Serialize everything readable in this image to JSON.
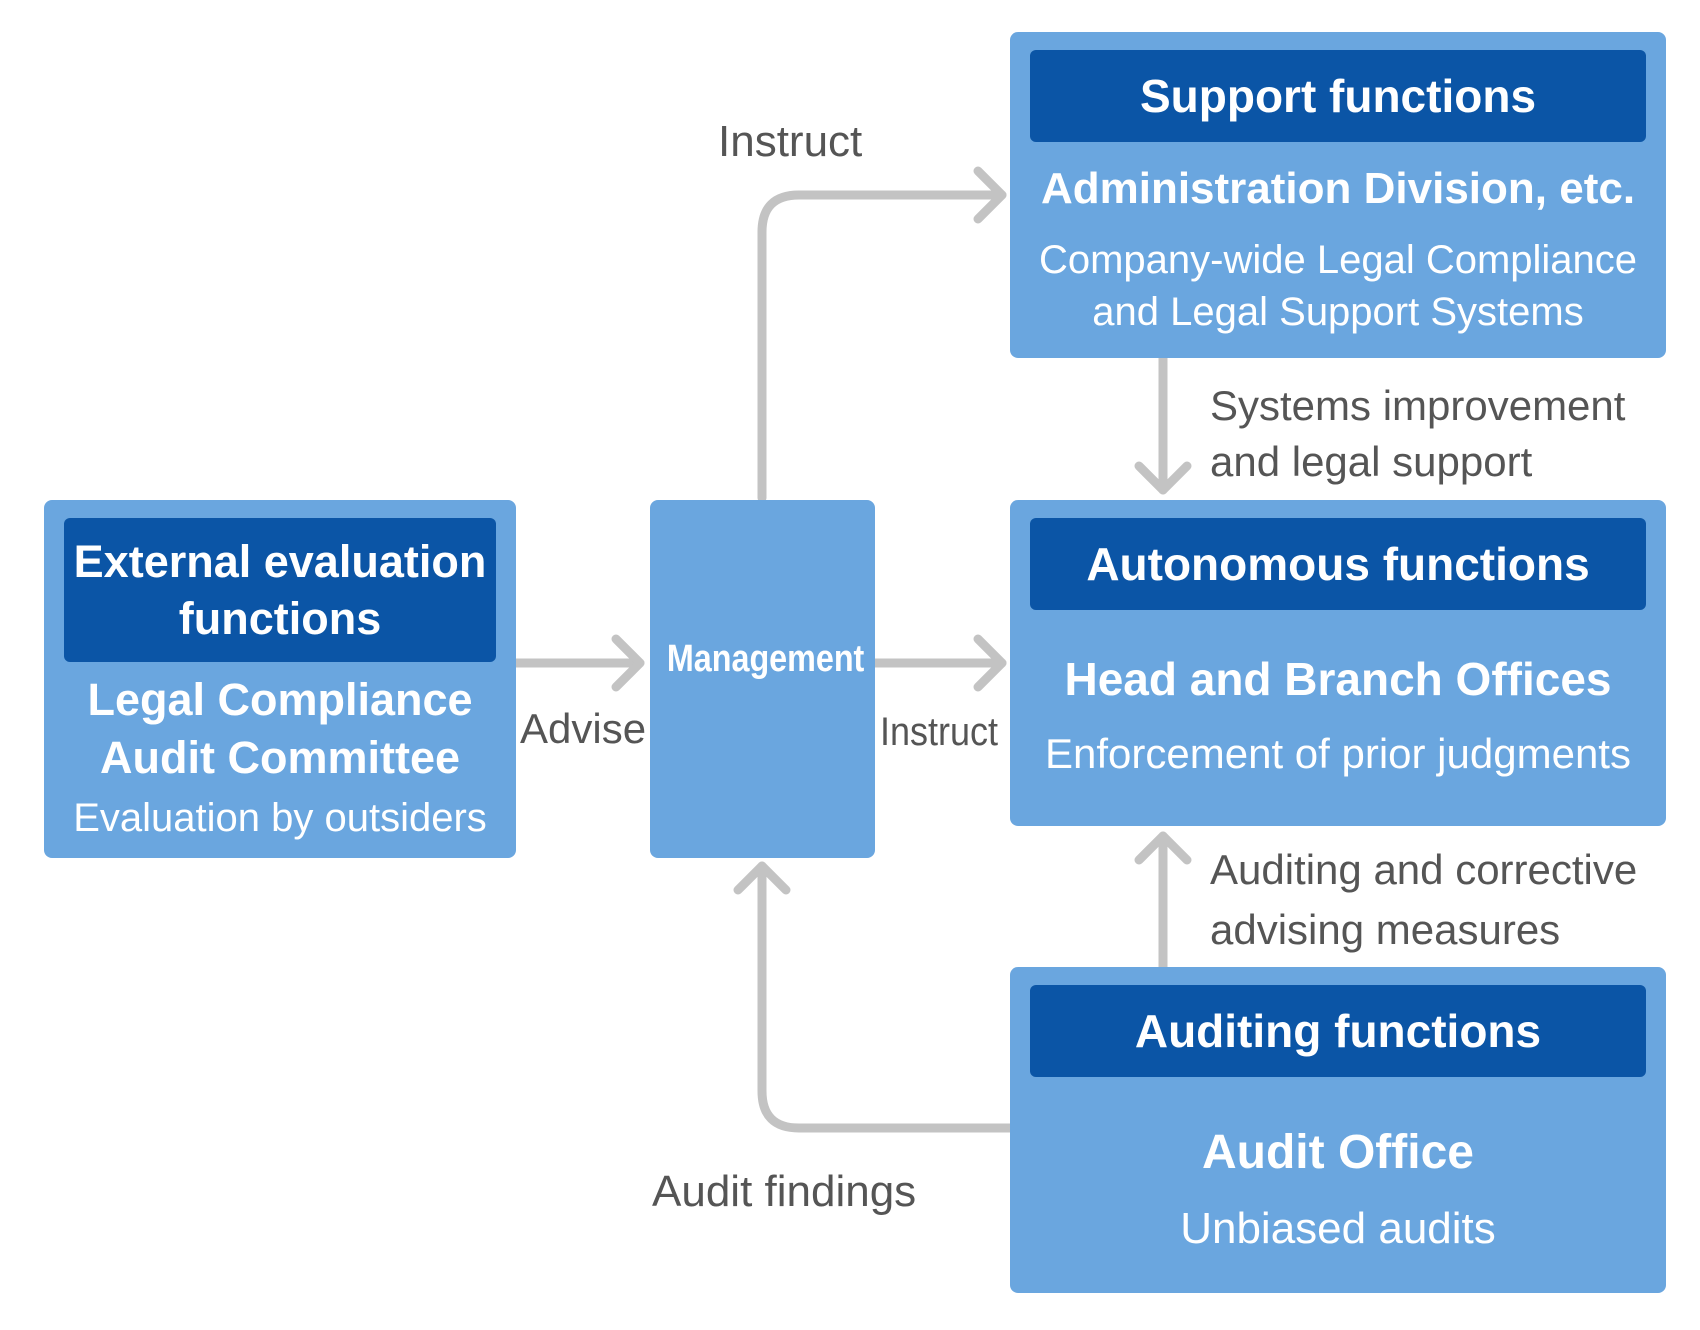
{
  "colors": {
    "box_fill": "#6aa6df",
    "header_fill": "#0b55a6",
    "box_text": "#ffffff",
    "connector": "#c3c3c3",
    "label_text": "#555555"
  },
  "boxes": {
    "external": {
      "header_line1": "External evaluation",
      "header_line2": "functions",
      "title_line1": "Legal Compliance",
      "title_line2": "Audit Committee",
      "subtitle": "Evaluation by outsiders"
    },
    "management": {
      "title": "Management"
    },
    "support": {
      "header": "Support functions",
      "title": "Administration Division, etc.",
      "subtitle_line1": "Company-wide Legal Compliance",
      "subtitle_line2": "and Legal Support Systems"
    },
    "autonomous": {
      "header": "Autonomous functions",
      "title": "Head and Branch Offices",
      "subtitle": "Enforcement of prior judgments"
    },
    "auditing": {
      "header": "Auditing functions",
      "title": "Audit Office",
      "subtitle": "Unbiased audits"
    }
  },
  "connectors": {
    "instruct_top": "Instruct",
    "advise": "Advise",
    "instruct_mid": "Instruct",
    "systems_line1": "Systems improvement",
    "systems_line2": "and legal support",
    "auditing_line1": "Auditing and corrective",
    "auditing_line2": "advising measures",
    "audit_findings": "Audit findings"
  }
}
